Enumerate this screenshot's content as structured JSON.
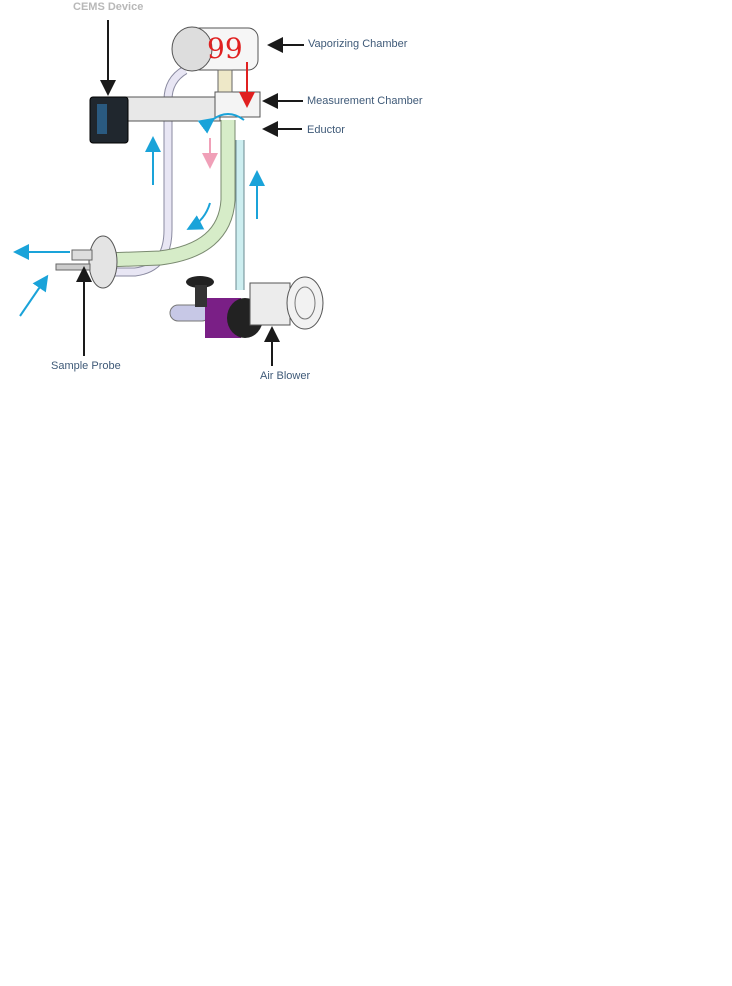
{
  "diagram": {
    "labels": {
      "cems_device": "CEMS Device",
      "vaporizing_chamber": "Vaporizing Chamber",
      "measurement_chamber": "Measurement Chamber",
      "eductor": "Eductor",
      "sample_probe": "Sample Probe",
      "air_blower": "Air Blower"
    },
    "colors": {
      "flow_blue": "#1aa3d9",
      "heat_red": "#e02020",
      "return_pink": "#f0a0b8",
      "label_text": "#3f5a78",
      "pointer_black": "#1a1a1a",
      "blower_purple": "#7a1f86",
      "green_pipe": "#d6ecc8"
    }
  }
}
